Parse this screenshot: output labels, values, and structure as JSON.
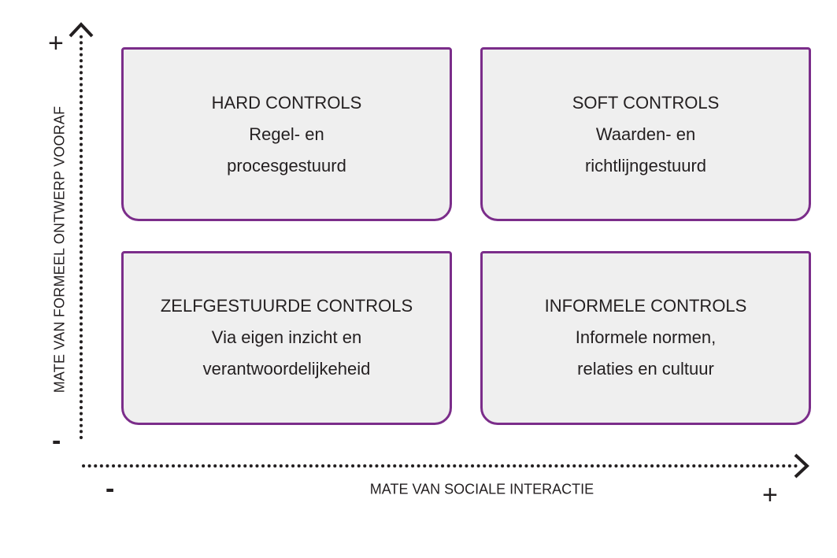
{
  "quadrants": {
    "top_left": {
      "title": "HARD CONTROLS",
      "line1": "Regel- en",
      "line2": "procesgestuurd"
    },
    "top_right": {
      "title": "SOFT CONTROLS",
      "line1": "Waarden- en",
      "line2": "richtlijngestuurd"
    },
    "bottom_left": {
      "title": "ZELFGESTUURDE CONTROLS",
      "line1": "Via eigen inzicht en",
      "line2": "verantwoordelijkeheid"
    },
    "bottom_right": {
      "title": "INFORMELE CONTROLS",
      "line1": "Informele normen,",
      "line2": "relaties en cultuur"
    }
  },
  "axes": {
    "y_label": "MATE VAN FORMEEL ONTWERP VOORAF",
    "x_label": "MATE VAN SOCIALE INTERACTIE",
    "y_high": "+",
    "y_low": "-",
    "x_low": "-",
    "x_high": "+"
  },
  "colors": {
    "box_border": "#7b2d8a",
    "box_fill": "#efefef",
    "text": "#231f20"
  }
}
